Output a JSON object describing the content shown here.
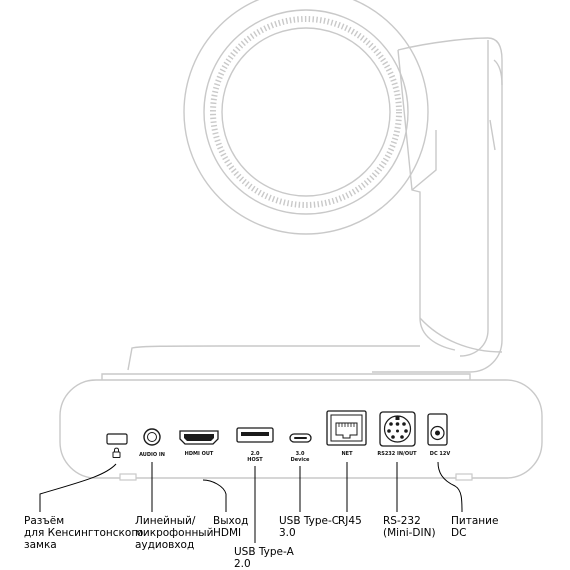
{
  "port_labels": {
    "audio_in": "AUDIO IN",
    "hdmi_out": "HDMI OUT",
    "usb_host_line1": "2.0",
    "usb_host_line2": "HOST",
    "usb_device_line1": "3.0",
    "usb_device_line2": "Device",
    "net": "NET",
    "rs232": "RS232 IN/OUT",
    "dc": "DC 12V"
  },
  "callouts": {
    "kensington": [
      "Разъём",
      "для Кенсингтонского",
      "замка"
    ],
    "line_mic": [
      "Линейный/",
      "микрофонный",
      "аудиовход"
    ],
    "hdmi": [
      "Выход",
      "HDMI"
    ],
    "usb_a": [
      "USB Type-A",
      "2.0"
    ],
    "usb_c": [
      "USB Type-C",
      "3.0"
    ],
    "rj45": [
      "RJ45"
    ],
    "rs232": [
      "RS-232",
      "(Mini-DIN)"
    ],
    "power": [
      "Питание",
      "DC"
    ]
  },
  "icons": {
    "lock": "padlock-icon",
    "hdmi": "hdmi-port-icon",
    "usb_a": "usb-a-port-icon",
    "usb_c": "usb-c-port-icon",
    "rj45": "rj45-port-icon",
    "rs232": "mini-din-port-icon",
    "dc": "dc-jack-icon"
  },
  "colors": {
    "outline_light": "#c9c9c9",
    "outline_dark": "#1a1a1a",
    "text": "#000000"
  }
}
